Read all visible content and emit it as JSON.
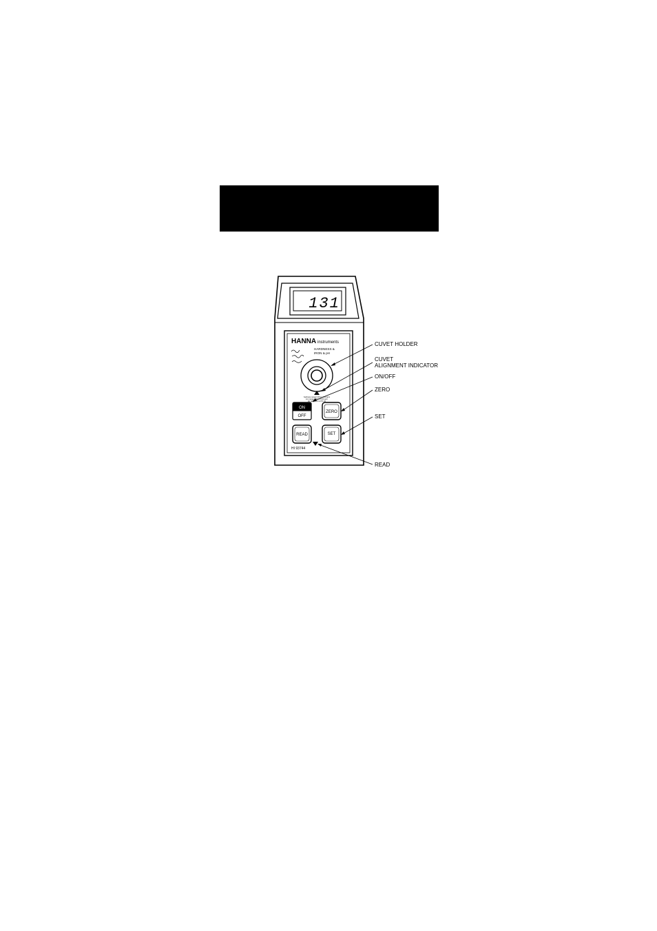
{
  "display": {
    "reading": "131"
  },
  "brand": {
    "name": "HANNA",
    "suffix": "instruments"
  },
  "panel": {
    "product_line1": "HARDNESS &",
    "product_line2": "IRON & pH",
    "model": "HI 93744",
    "fine_print1": "hardness range 0.00 to 4.00 ppm",
    "fine_print2": "iron range 0.00 to 5.00 ppm",
    "fine_print3": "pH range 6.5 to 8.5 pH"
  },
  "buttons": {
    "on": "ON",
    "off": "OFF",
    "zero": "ZERO",
    "read": "READ",
    "set": "SET"
  },
  "callouts": {
    "cuvet_holder": "CUVET HOLDER",
    "cuvet_align_1": "CUVET",
    "cuvet_align_2": "ALIGNMENT INDICATOR",
    "on_off": "ON/OFF",
    "zero": "ZERO",
    "set": "SET",
    "read": "READ"
  },
  "colors": {
    "ink": "#000000",
    "paper": "#ffffff"
  }
}
